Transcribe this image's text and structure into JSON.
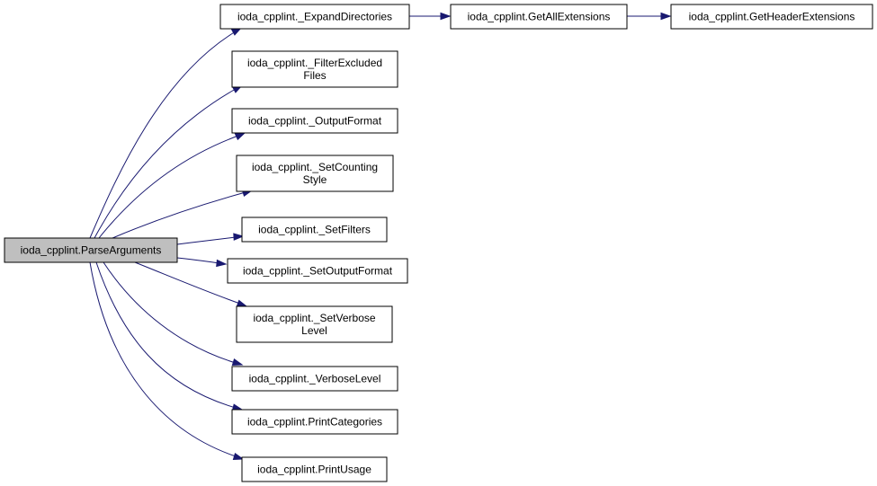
{
  "diagram": {
    "edge_color": "#191970",
    "root_fill": "#bfbfbf",
    "nodes": [
      {
        "id": "parse",
        "lines": [
          "ioda_cpplint.ParseArguments"
        ],
        "role": "root"
      },
      {
        "id": "expand",
        "lines": [
          "ioda_cpplint._ExpandDirectories"
        ]
      },
      {
        "id": "getall",
        "lines": [
          "ioda_cpplint.GetAllExtensions"
        ]
      },
      {
        "id": "gethdr",
        "lines": [
          "ioda_cpplint.GetHeaderExtensions"
        ]
      },
      {
        "id": "filterx",
        "lines": [
          "ioda_cpplint._FilterExcluded",
          "Files"
        ]
      },
      {
        "id": "outfmt",
        "lines": [
          "ioda_cpplint._OutputFormat"
        ]
      },
      {
        "id": "setcnt",
        "lines": [
          "ioda_cpplint._SetCounting",
          "Style"
        ]
      },
      {
        "id": "setflt",
        "lines": [
          "ioda_cpplint._SetFilters"
        ]
      },
      {
        "id": "setout",
        "lines": [
          "ioda_cpplint._SetOutputFormat"
        ]
      },
      {
        "id": "setverb",
        "lines": [
          "ioda_cpplint._SetVerbose",
          "Level"
        ]
      },
      {
        "id": "verb",
        "lines": [
          "ioda_cpplint._VerboseLevel"
        ]
      },
      {
        "id": "pcat",
        "lines": [
          "ioda_cpplint.PrintCategories"
        ]
      },
      {
        "id": "puse",
        "lines": [
          "ioda_cpplint.PrintUsage"
        ]
      }
    ],
    "edges": [
      {
        "from": "parse",
        "to": "expand"
      },
      {
        "from": "parse",
        "to": "filterx"
      },
      {
        "from": "parse",
        "to": "outfmt"
      },
      {
        "from": "parse",
        "to": "setcnt"
      },
      {
        "from": "parse",
        "to": "setflt"
      },
      {
        "from": "parse",
        "to": "setout"
      },
      {
        "from": "parse",
        "to": "setverb"
      },
      {
        "from": "parse",
        "to": "verb"
      },
      {
        "from": "parse",
        "to": "pcat"
      },
      {
        "from": "parse",
        "to": "puse"
      },
      {
        "from": "expand",
        "to": "getall"
      },
      {
        "from": "getall",
        "to": "gethdr"
      }
    ]
  }
}
